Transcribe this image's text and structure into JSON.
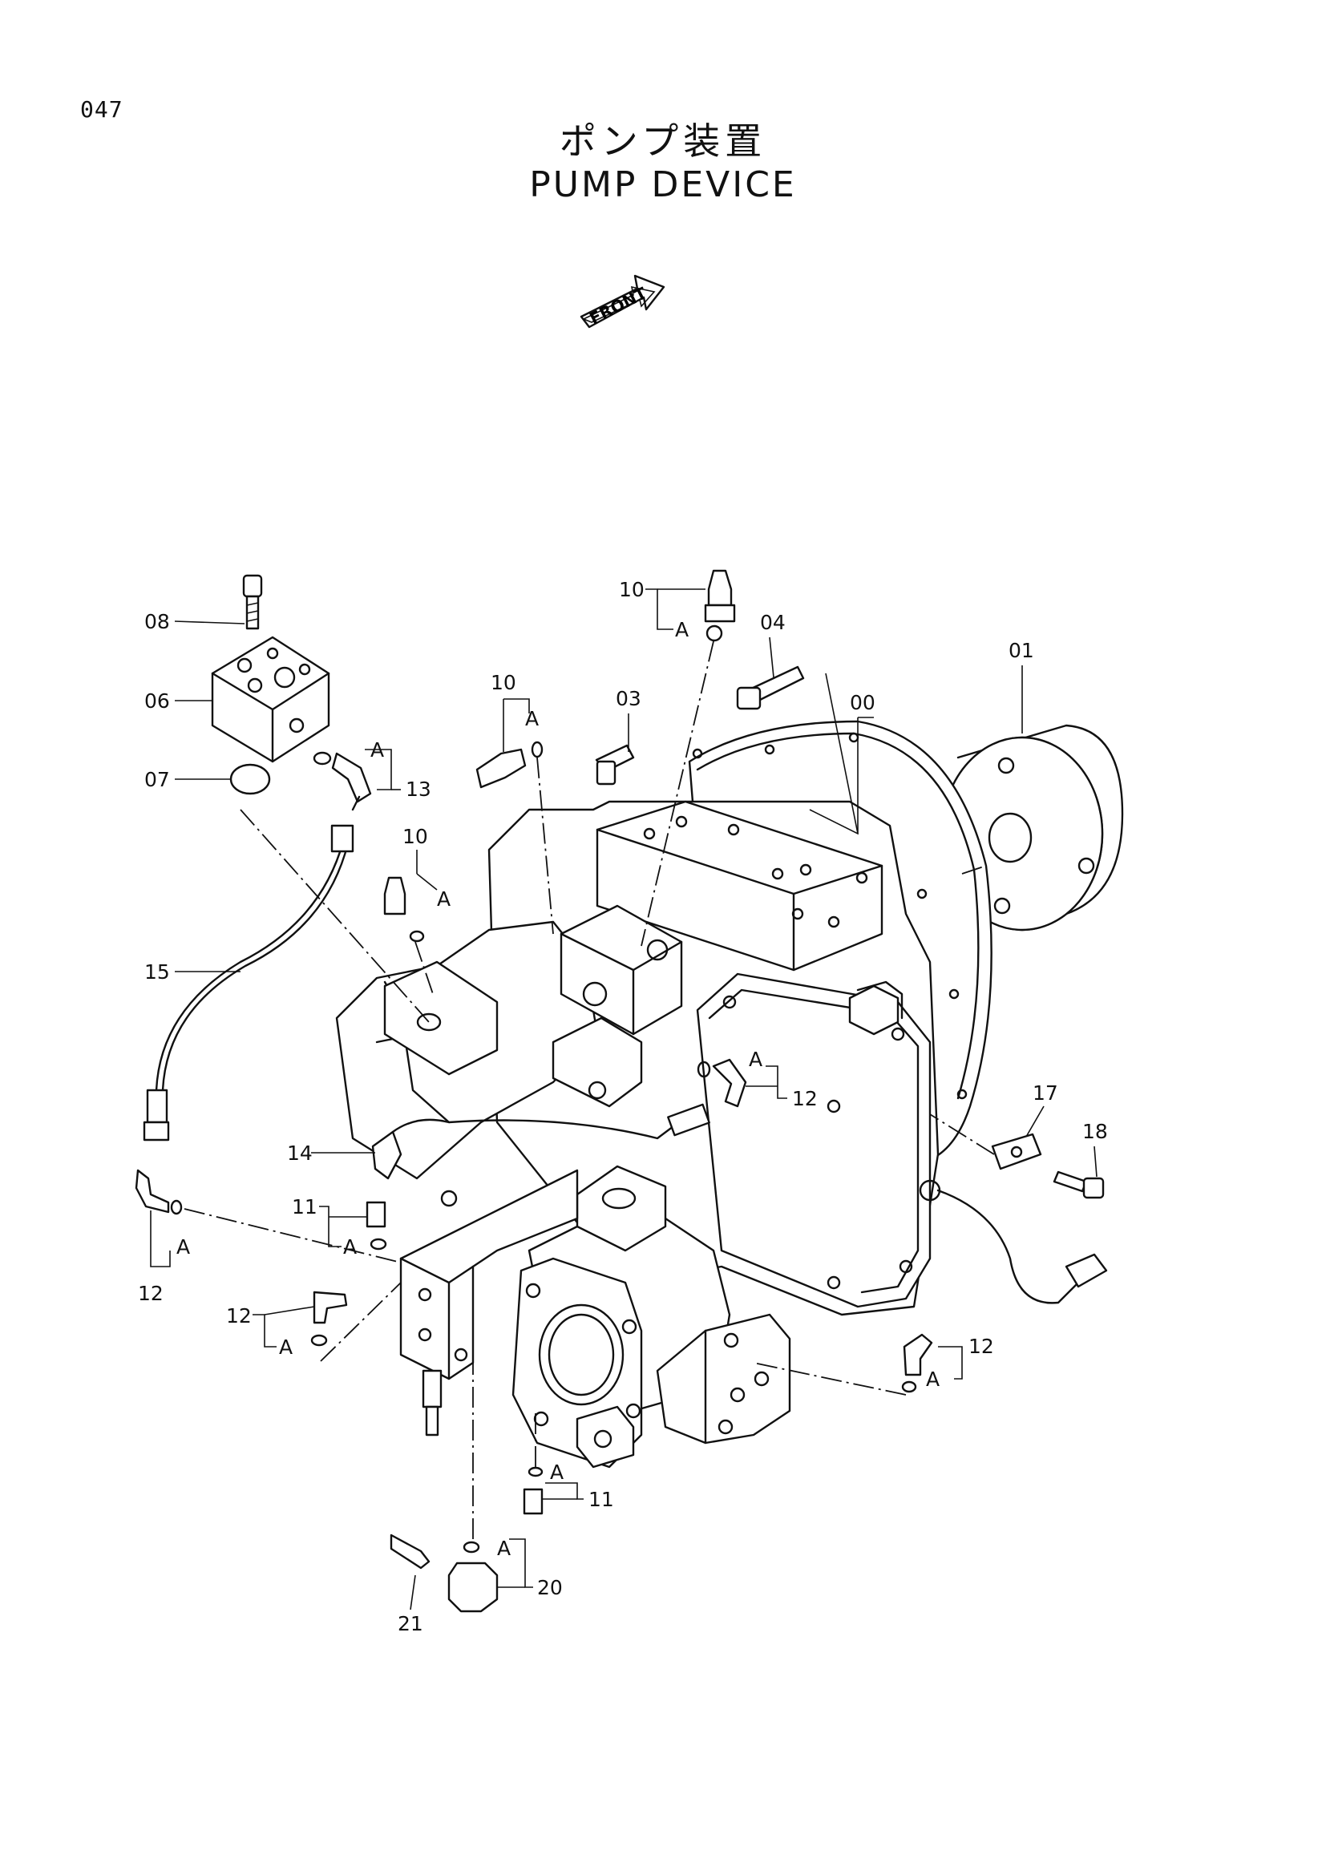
{
  "page_number": "047",
  "title_jp": "ポンプ装置",
  "title_en": "PUMP DEVICE",
  "front_label": "FRONT",
  "callouts": {
    "c08": "08",
    "c06": "06",
    "c07": "07",
    "c15": "15",
    "c14": "14",
    "c11a": "11",
    "c12a": "12",
    "c12b": "12",
    "c13": "13",
    "c10a": "10",
    "c10b": "10",
    "c10c": "10",
    "c03": "03",
    "c04": "04",
    "c00": "00",
    "c01": "01",
    "c12c": "12",
    "c17": "17",
    "c18": "18",
    "c12d": "12",
    "c11b": "11",
    "c20": "20",
    "c21": "21"
  },
  "a_marks": {
    "a1": "A",
    "a2": "A",
    "a3": "A",
    "a4": "A",
    "a5": "A",
    "a6": "A",
    "a7": "A",
    "a8": "A",
    "a9": "A",
    "a10": "A",
    "a11": "A"
  }
}
